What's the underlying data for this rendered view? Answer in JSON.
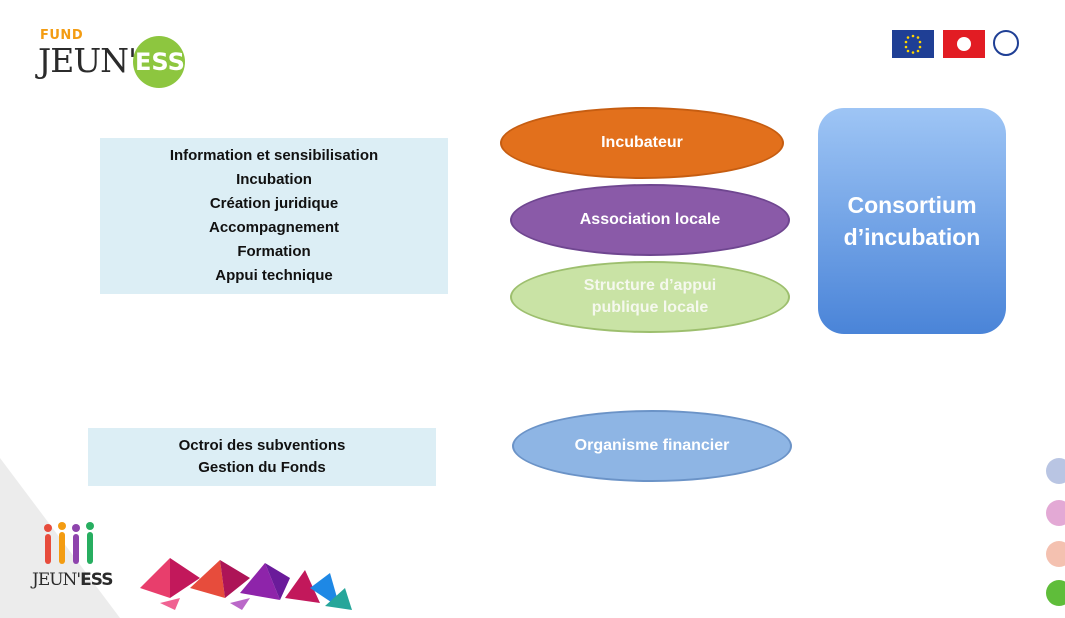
{
  "logo": {
    "fund": "FUND",
    "brand_main": "JEUN'",
    "brand_ess": "ESS"
  },
  "services_box": {
    "items": [
      "Information et sensibilisation",
      "Incubation",
      "Création juridique",
      "Accompagnement",
      "Formation",
      "Appui technique"
    ]
  },
  "finance_box": {
    "items": [
      "Octroi des subventions",
      "Gestion du Fonds"
    ]
  },
  "ellipses": {
    "incubateur": "Incubateur",
    "association": "Association locale",
    "structure_line1": "Structure d’appui",
    "structure_line2": "publique locale",
    "organisme": "Organisme financier"
  },
  "consortium": {
    "line1": "Consortium",
    "line2": "d’incubation"
  },
  "bottom_logo": {
    "brand_main": "JEUN'",
    "brand_ess": "ESS"
  },
  "colors": {
    "incubateur": "#e2701c",
    "association": "#8a5aa8",
    "structure": "#c9e3a5",
    "organisme": "#8eb5e4",
    "consortium": "#4a84d8",
    "box_bg": "#dceef5"
  },
  "icons": {
    "eu_flag": "eu-flag-icon",
    "tunisia_flag": "tunisia-flag-icon",
    "ilo_logo": "ilo-logo-icon"
  }
}
